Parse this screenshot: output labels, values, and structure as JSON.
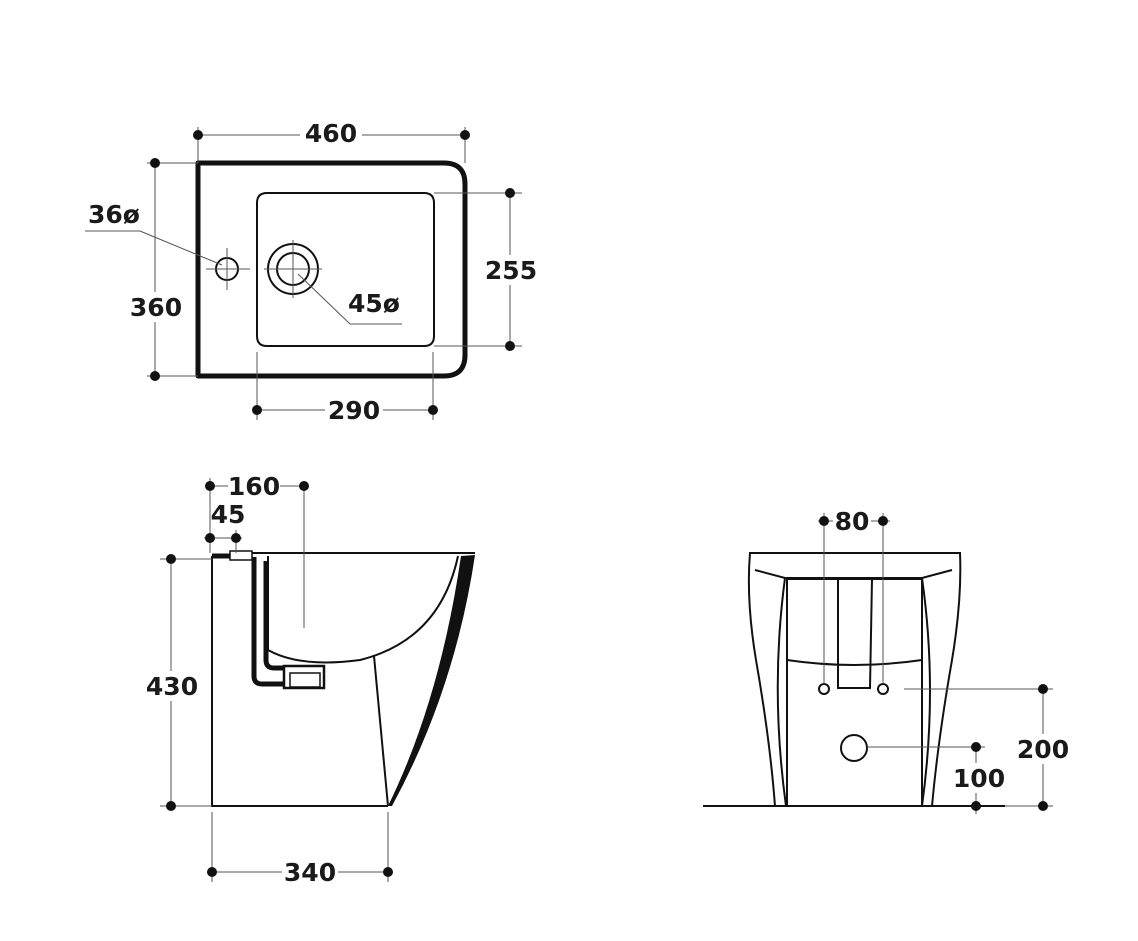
{
  "top_view": {
    "width": "460",
    "depth": "360",
    "bowl_depth": "255",
    "bowl_width": "290",
    "tap_hole": "36ø",
    "drain_hole": "45ø"
  },
  "side_view": {
    "tap_offset": "160",
    "rim_offset": "45",
    "height": "430",
    "base_depth": "340"
  },
  "back_view": {
    "bolt_spacing": "80",
    "bolt_height": "200",
    "waste_height": "100"
  }
}
